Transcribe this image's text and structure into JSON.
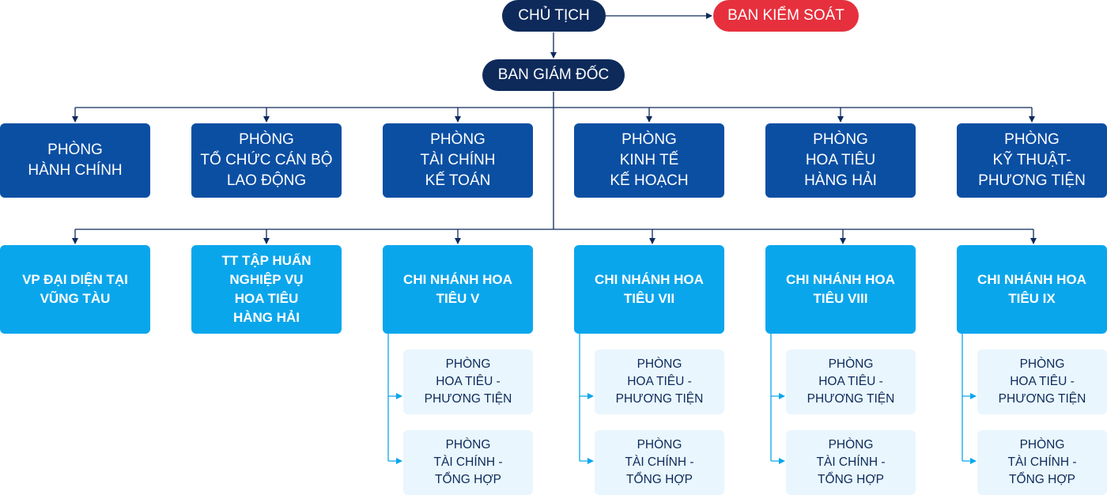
{
  "chairman": "CHỦ TỊCH",
  "supervisory_board": "BAN KIỂM SOÁT",
  "board_of_directors": "BAN GIÁM ĐỐC",
  "departments": [
    "PHÒNG\nHÀNH CHÍNH",
    "PHÒNG\nTỔ CHỨC CÁN BỘ\nLAO ĐỘNG",
    "PHÒNG\nTÀI CHÍNH\nKẾ TOÁN",
    "PHÒNG\nKINH TẾ\nKẾ HOẠCH",
    "PHÒNG\nHOA TIÊU\nHÀNG HẢI",
    "PHÒNG\nKỸ THUẬT-\nPHƯƠNG TIỆN"
  ],
  "units": [
    "VP ĐẠI DIỆN TẠI\nVŨNG TÀU",
    "TT TẬP HUẤN\nNGHIỆP VỤ\nHOA TIÊU\nHÀNG HẢI",
    "CHI NHÁNH HOA\nTIÊU V",
    "CHI NHÁNH HOA\nTIÊU VII",
    "CHI NHÁNH HOA\nTIÊU VIII",
    "CHI NHÁNH HOA\nTIÊU IX"
  ],
  "branch_subunits": [
    [
      "PHÒNG\nHOA TIÊU -\nPHƯƠNG  TIỆN",
      "PHÒNG\nTÀI CHÍNH -\nTỔNG HỢP"
    ],
    [
      "PHÒNG\nHOA TIÊU -\nPHƯƠNG  TIỆN",
      "PHÒNG\nTÀI CHÍNH -\nTỔNG HỢP"
    ],
    [
      "PHÒNG\nHOA TIÊU -\nPHƯƠNG  TIỆN",
      "PHÒNG\nTÀI CHÍNH -\nTỔNG HỢP"
    ],
    [
      "PHÒNG\nHOA TIÊU -\nPHƯƠNG  TIỆN",
      "PHÒNG\nTÀI CHÍNH -\nTỔNG HỢP"
    ]
  ],
  "colors": {
    "navy": "#0d2a5b",
    "red": "#e6303d",
    "department_blue": "#0b4fa3",
    "unit_cyan": "#0aa6ec",
    "subunit_bg": "#e9f6fd",
    "line": "#0d2a5b",
    "sub_arrow": "#0aa6ec"
  }
}
